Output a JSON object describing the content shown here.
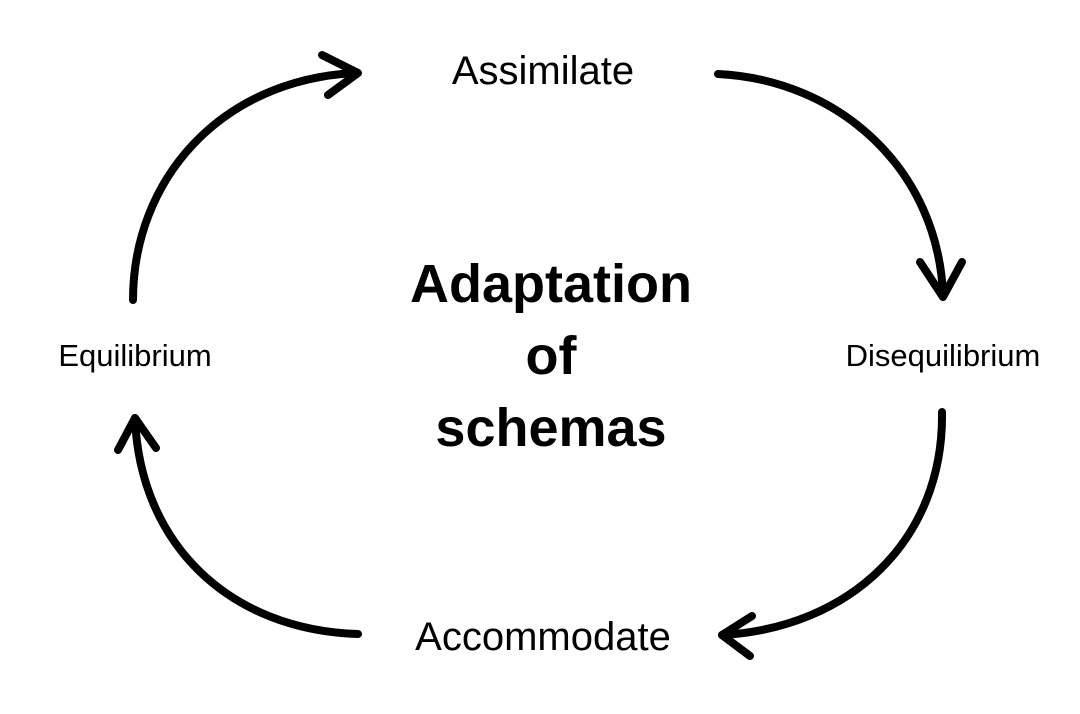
{
  "diagram": {
    "title_lines": [
      "Adaptation",
      "of",
      "schemas"
    ],
    "nodes": {
      "top": "Assimilate",
      "right": "Disequilibrium",
      "bottom": "Accommodate",
      "left": "Equilibrium"
    },
    "colors": {
      "stroke": "#000000",
      "text": "#000000",
      "background": "#ffffff"
    }
  }
}
